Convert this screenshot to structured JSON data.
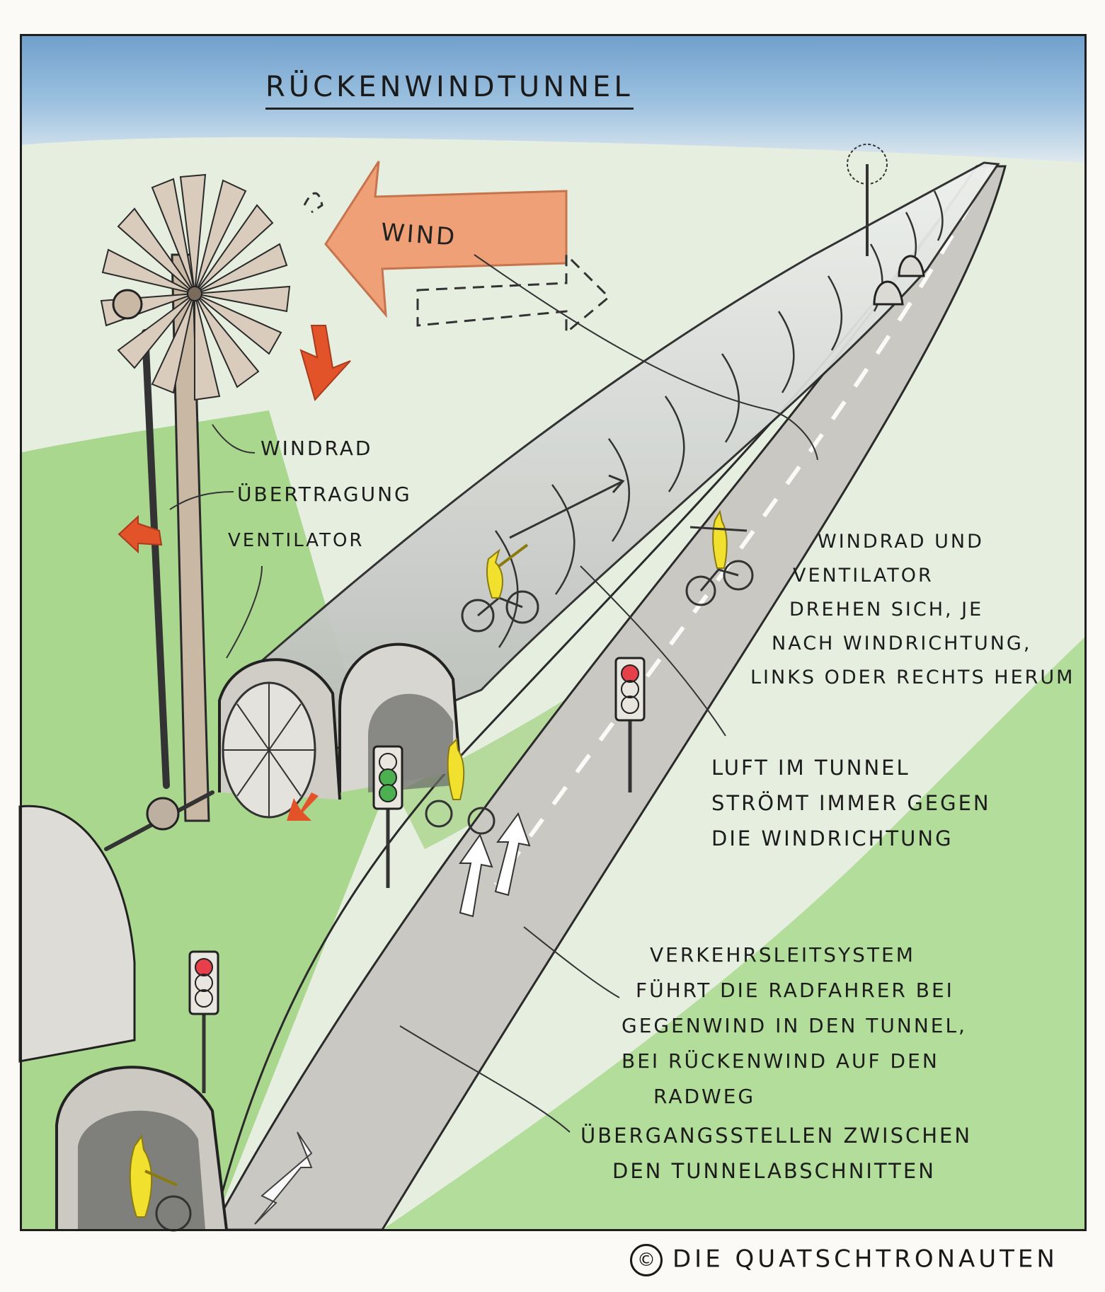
{
  "title": "RÜCKENWINDTUNNEL",
  "wind_arrow_label": "WIND",
  "labels": {
    "windrad": "WINDRAD",
    "uebertragung": "ÜBERTRAGUNG",
    "ventilator": "VENTILATOR",
    "rotation_note": [
      "WINDRAD UND",
      "VENTILATOR",
      "DREHEN SICH, JE",
      "NACH WINDRICHTUNG,",
      "LINKS ODER RECHTS HERUM"
    ],
    "air_note": [
      "LUFT IM TUNNEL",
      "STRÖMT IMMER GEGEN",
      "DIE WINDRICHTUNG"
    ],
    "traffic_note": [
      "VERKEHRSLEITSYSTEM",
      "FÜHRT DIE RADFAHRER BEI",
      "GEGENWIND IN DEN TUNNEL,",
      "BEI RÜCKENWIND AUF DEN",
      "RADWEG"
    ],
    "crossing_note": [
      "ÜBERGANGSSTELLEN ZWISCHEN",
      "DEN TUNNELABSCHNITTEN"
    ]
  },
  "copyright": "DIE QUATSCHTRONAUTEN",
  "colors": {
    "sky": "#8db4d8",
    "grass": "#9cd07a",
    "road": "#c9c8c3",
    "wind_arrow": "#f19a6f",
    "rotation_arrow": "#e2532a",
    "pole": "#c8b8a4",
    "figure": "#f2e02e",
    "light_red": "#e8404a",
    "light_green": "#4caf50"
  }
}
